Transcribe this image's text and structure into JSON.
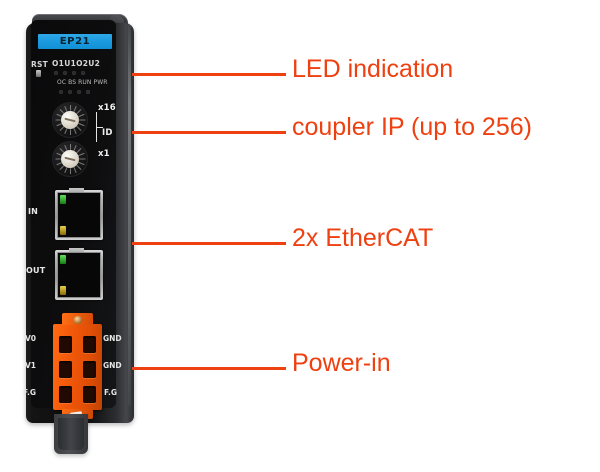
{
  "device": {
    "model": "EP21",
    "silkscreen": {
      "reset_label": "RST",
      "led_row_top": "O1U1O2U2",
      "led_row_bottom": "OC BS RUN PWR",
      "rotary_high_label": "x16",
      "rotary_id_label": "ID",
      "rotary_low_label": "x1",
      "port_in_label": "IN",
      "port_out_label": "OUT"
    },
    "terminal": {
      "left_labels": [
        "V0",
        "V1",
        "F.G"
      ],
      "right_labels": [
        "GND",
        "GND",
        "F.G"
      ]
    }
  },
  "annotations": [
    {
      "label": "LED indication"
    },
    {
      "label": "coupler IP (up to 256)"
    },
    {
      "label": "2x EtherCAT"
    },
    {
      "label": "Power-in"
    }
  ],
  "colors": {
    "accent": "#ee4010",
    "banner": "#1b9ade",
    "terminal": "#f2580a"
  }
}
